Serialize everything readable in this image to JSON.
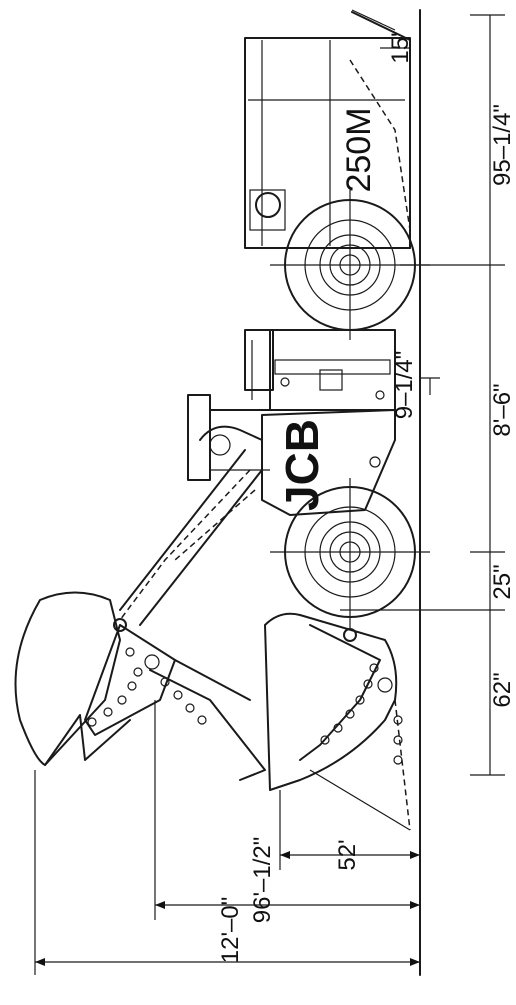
{
  "drawing": {
    "model_label": "250M",
    "brand_logo": "JCB"
  },
  "dimensions": {
    "rear_tilt_angle": "15'",
    "rear_overhang": "95–1/4\"",
    "wheelbase": "8'–6\"",
    "front_axle_to_bucket": "25\"",
    "bucket_reach": "62\"",
    "dump_clearance": "52'",
    "dump_height": "96'–1/2\"",
    "max_height": "12'–0\"",
    "frame_clearance": "9–1/4\""
  }
}
